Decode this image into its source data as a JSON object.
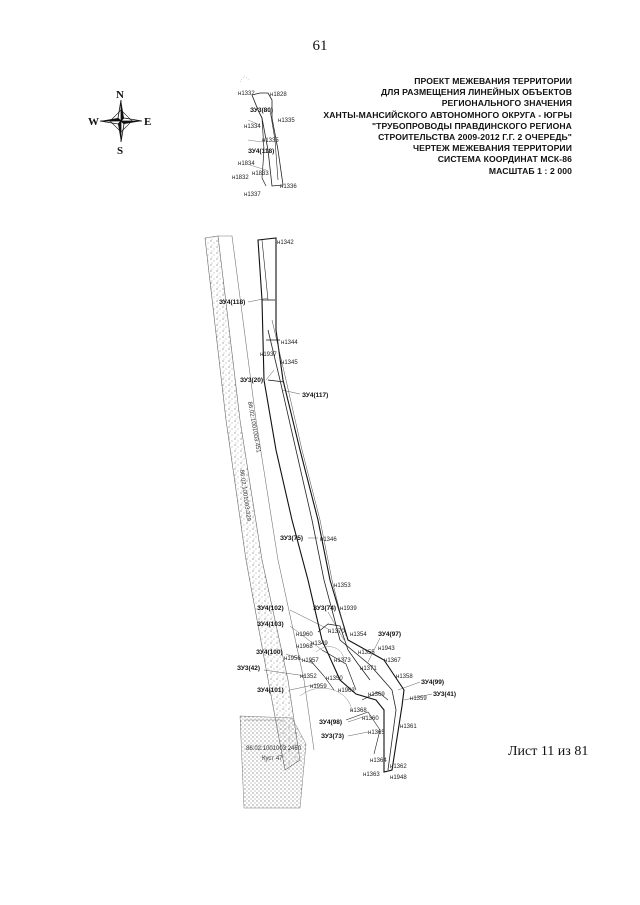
{
  "page": {
    "number": "61"
  },
  "title_block": {
    "lines": [
      "ПРОЕКТ МЕЖЕВАНИЯ ТЕРРИТОРИИ",
      "ДЛЯ РАЗМЕЩЕНИЯ ЛИНЕЙНЫХ ОБЪЕКТОВ",
      "РЕГИОНАЛЬНОГО ЗНАЧЕНИЯ",
      "ХАНТЫ-МАНСИЙСКОГО АВТОНОМНОГО ОКРУГА - ЮГРЫ",
      "\"ТРУБОПРОВОДЫ ПРАВДИНСКОГО РЕГИОНА",
      "СТРОИТЕЛЬСТВА 2009-2012 Г.Г. 2 ОЧЕРЕДЬ\"",
      "ЧЕРТЕЖ МЕЖЕВАНИЯ ТЕРРИТОРИИ",
      "СИСТЕМА КООРДИНАТ МСК-86",
      "МАСШТАБ 1 : 2 000"
    ]
  },
  "compass": {
    "north": "N",
    "south": "S",
    "west": "W",
    "east": "E"
  },
  "inset": {
    "labels": [
      "н1332",
      "н1828",
      "ЗУ3(80)",
      "н1335",
      "н1334",
      "н1335",
      "ЗУ4(118)",
      "н1834",
      "н1833",
      "н1832",
      "н1336",
      "н1337"
    ]
  },
  "map": {
    "zones": [
      "ЗУ4(118)",
      "ЗУ3(20)",
      "ЗУ4(117)",
      "ЗУ3(75)",
      "ЗУ4(102)",
      "ЗУ3(74)",
      "ЗУ4(103)",
      "ЗУ4(97)",
      "ЗУ4(100)",
      "ЗУ3(42)",
      "ЗУ4(99)",
      "ЗУ3(41)",
      "ЗУ4(101)",
      "ЗУ4(98)",
      "ЗУ3(73)"
    ],
    "points": [
      "н1342",
      "н1344",
      "н1937",
      "н1345",
      "н1346",
      "н1353",
      "н1939",
      "н1370",
      "н1354",
      "н1349",
      "н1943",
      "н1960",
      "н1355",
      "н1373",
      "н1367",
      "н1968",
      "н1371",
      "н1956",
      "н1957",
      "н1358",
      "н1352",
      "н1350",
      "н1369",
      "н1959",
      "н1963",
      "н1359",
      "н1368",
      "н1360",
      "н1361",
      "н1365",
      "н1364",
      "н1362",
      "н1363",
      "н1948"
    ],
    "cadastral": [
      "86:02:1001003:451",
      "86:02:1001003:329",
      "86:02:1001003:2460",
      "Куст 47"
    ]
  },
  "footer": {
    "sheet_label": "Лист 11  из 81"
  }
}
